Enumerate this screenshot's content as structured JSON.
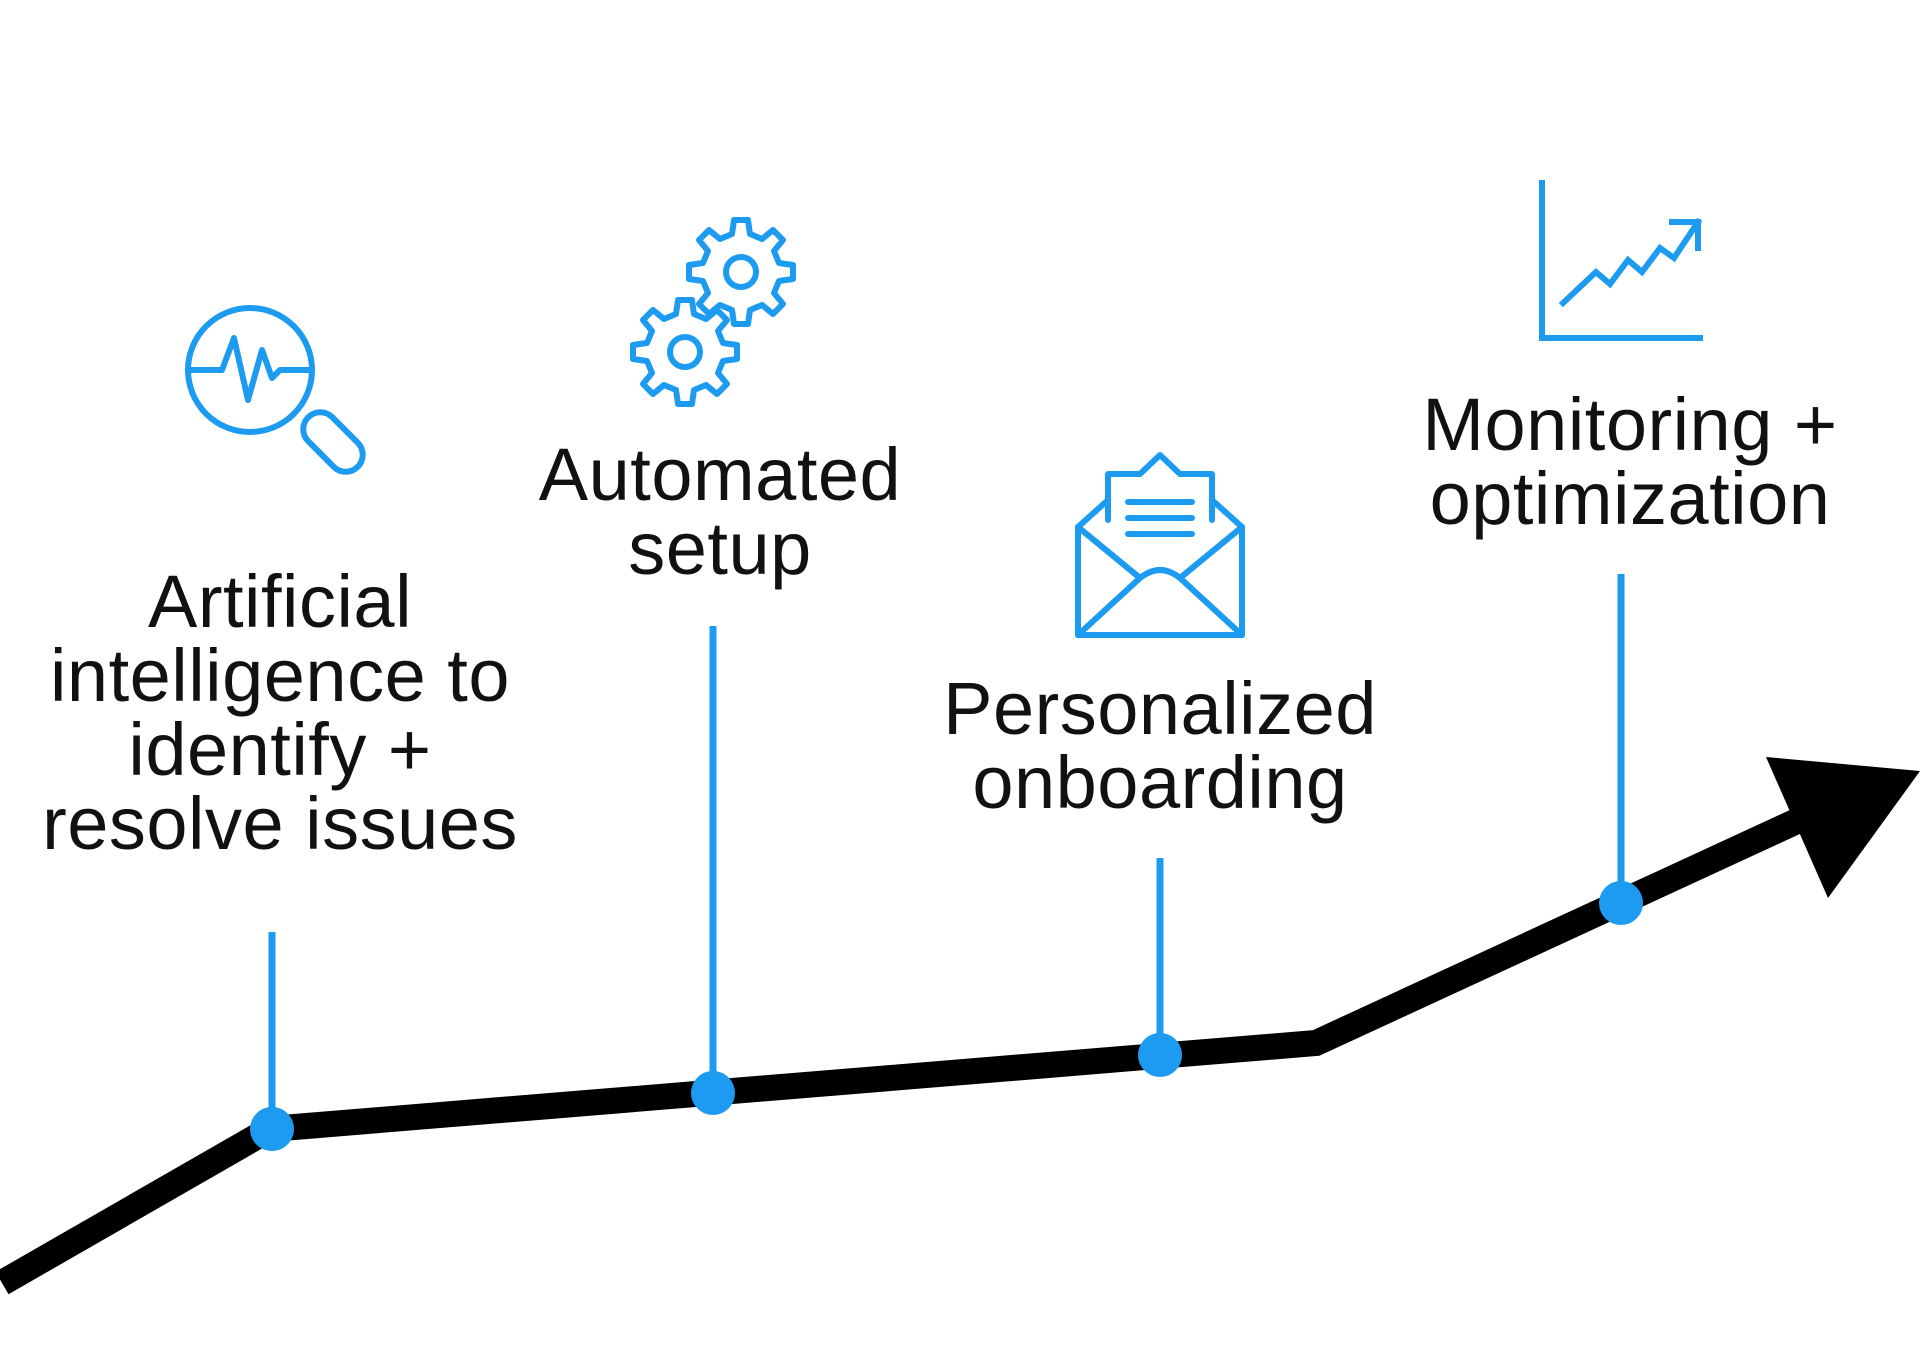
{
  "colors": {
    "accent": "#1d9bf0",
    "arrow": "#000000",
    "text": "#111111",
    "background": "#ffffff"
  },
  "steps": [
    {
      "label": "Artificial\nintelligence to\nidentify +\nresolve issues",
      "icon": "magnifier-pulse-icon"
    },
    {
      "label": "Automated\nsetup",
      "icon": "gears-icon"
    },
    {
      "label": "Personalized\nonboarding",
      "icon": "envelope-icon"
    },
    {
      "label": "Monitoring +\noptimization",
      "icon": "growth-chart-icon"
    }
  ]
}
